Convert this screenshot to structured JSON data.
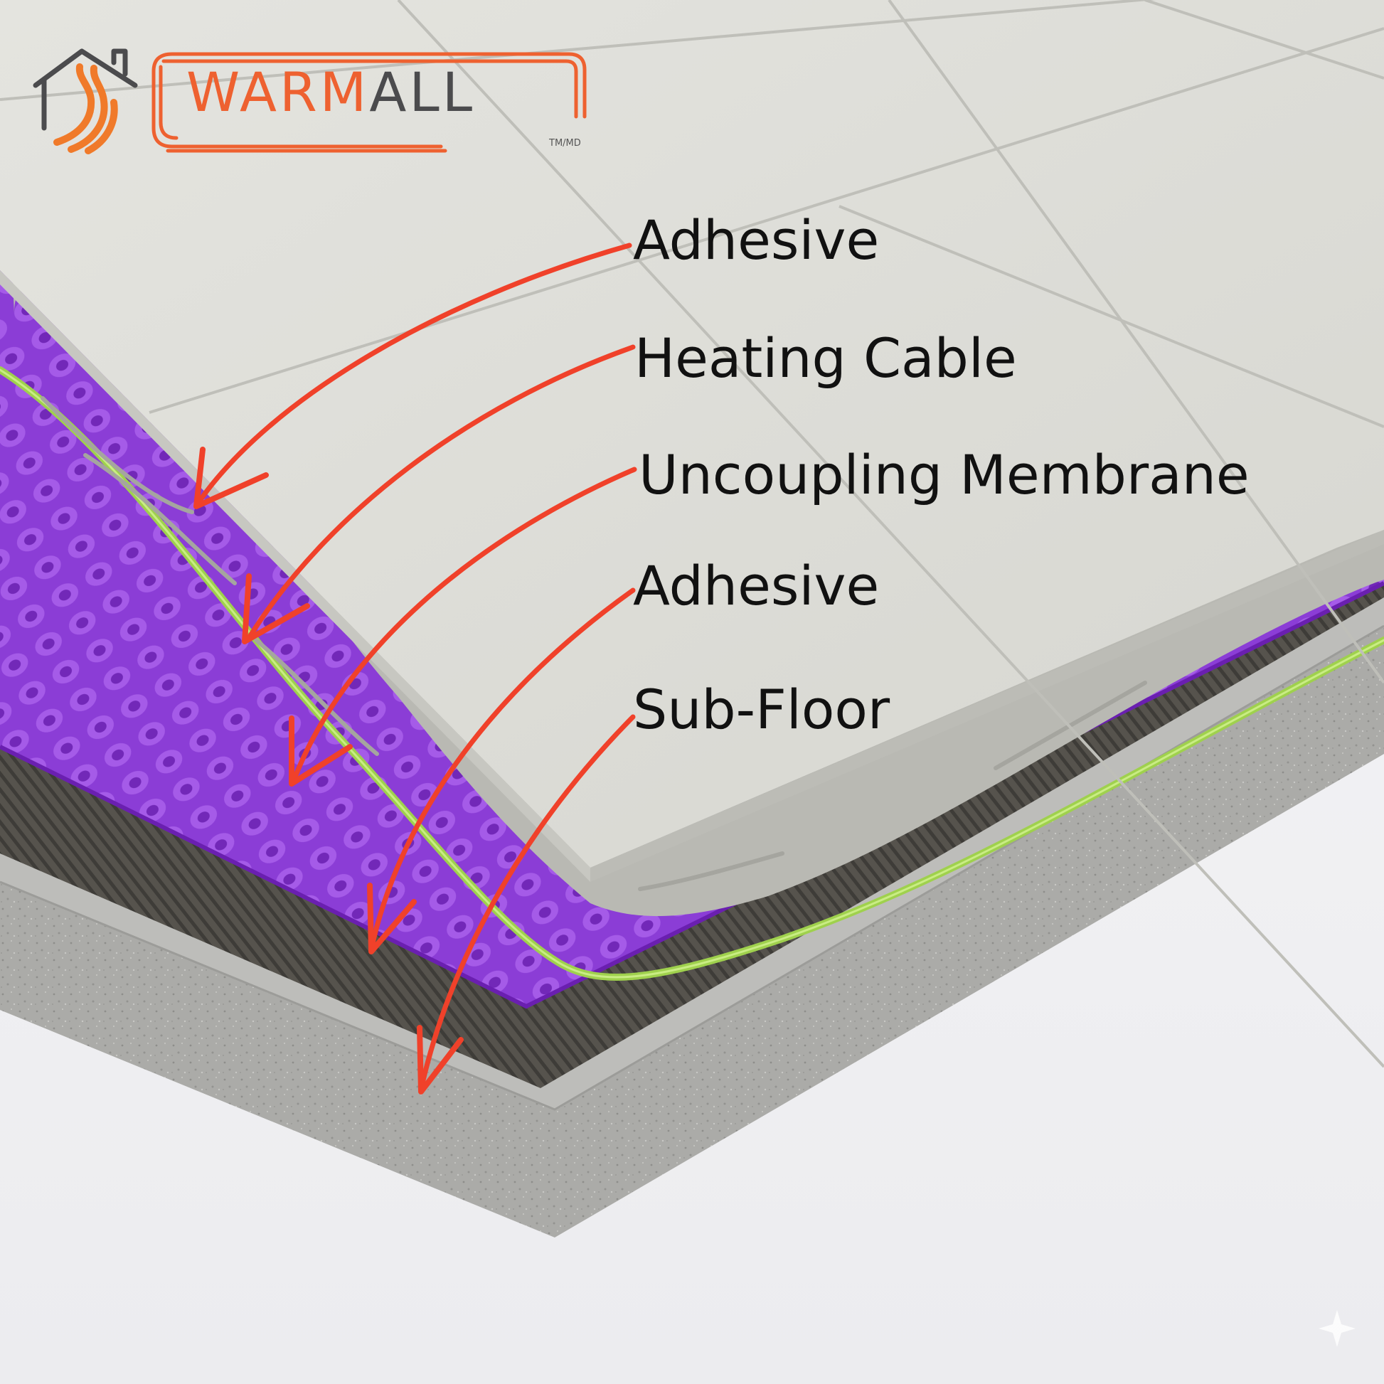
{
  "brand": {
    "name_orange": "WARM",
    "name_dark": "ALL",
    "trademark": "TM/MD",
    "colors": {
      "orange": "#ee6130",
      "dark": "#4b4b4d"
    }
  },
  "layers": [
    {
      "label": "Adhesive",
      "color": "#bdbdb7"
    },
    {
      "label": "Heating Cable",
      "color": "#9fd14d"
    },
    {
      "label": "Uncoupling Membrane",
      "color": "#8a2be2"
    },
    {
      "label": "Adhesive",
      "color": "#4f4c47"
    },
    {
      "label": "Sub-Floor",
      "color": "#a8a8a6"
    }
  ],
  "tile_color": "#dcdcd6",
  "arrow_color": "#f0412a"
}
